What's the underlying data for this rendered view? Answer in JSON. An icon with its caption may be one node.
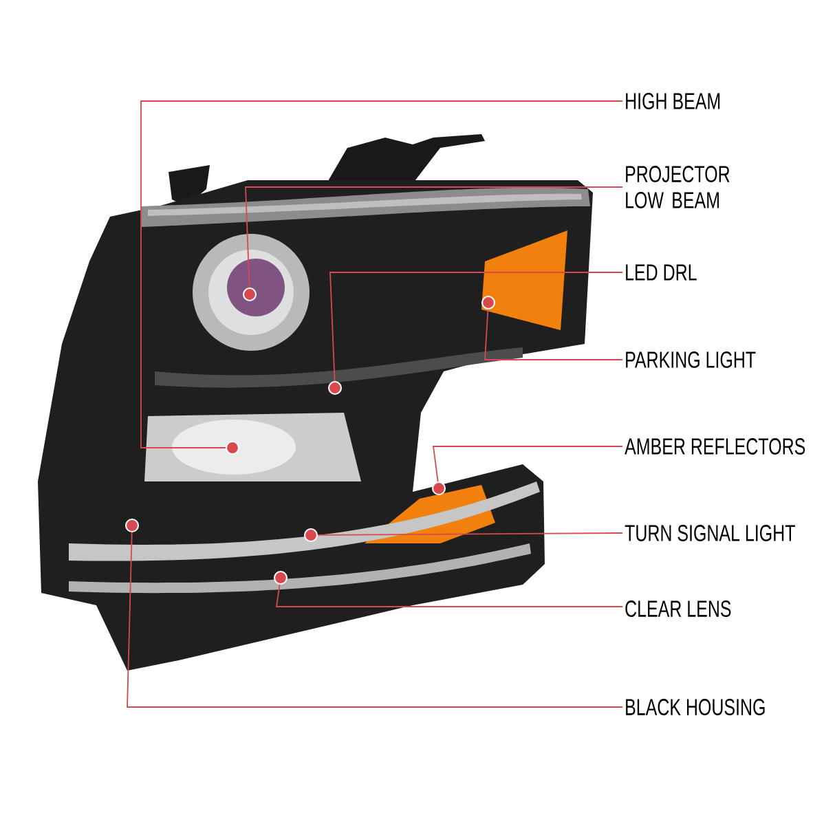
{
  "diagram": {
    "nodes": [
      {
        "text": [
          "HIGH BEAM"
        ]
      },
      {
        "text": [
          "PROJECTOR LOW BEAM"
        ]
      },
      {
        "text": [
          "LED DRL"
        ]
      },
      {
        "text": [
          "PARKING LIGHT"
        ]
      },
      {
        "text": [
          "AMBER REFLECTORS"
        ]
      },
      {
        "text": [
          "TURN SIGNAL LIGHT"
        ]
      },
      {
        "text": [
          "CLEAR LENS"
        ]
      },
      {
        "text": [
          "BLACK HOUSING"
        ]
      },
      {
        "text": [],
        "shape": "circle"
      },
      {
        "text": [],
        "shape": "circle"
      },
      {
        "text": [],
        "shape": "circle"
      },
      {
        "text": [],
        "shape": "circle"
      },
      {
        "text": [],
        "shape": "circle"
      },
      {
        "text": [],
        "shape": "circle"
      },
      {
        "text": [],
        "shape": "circle"
      },
      {
        "text": [],
        "shape": "circle"
      }
    ],
    "edges": [
      {
        "from": 0,
        "to": 12,
        "arrow": "none"
      },
      {
        "from": 1,
        "to": 8,
        "arrow": "none"
      },
      {
        "from": 2,
        "to": 10,
        "arrow": "none"
      },
      {
        "from": 3,
        "to": 9,
        "arrow": "none"
      },
      {
        "from": 4,
        "to": 13,
        "arrow": "none"
      },
      {
        "from": 5,
        "to": 14,
        "arrow": "none"
      },
      {
        "from": 6,
        "to": 15,
        "arrow": "none"
      },
      {
        "from": 7,
        "to": 11,
        "arrow": "none"
      }
    ]
  }
}
